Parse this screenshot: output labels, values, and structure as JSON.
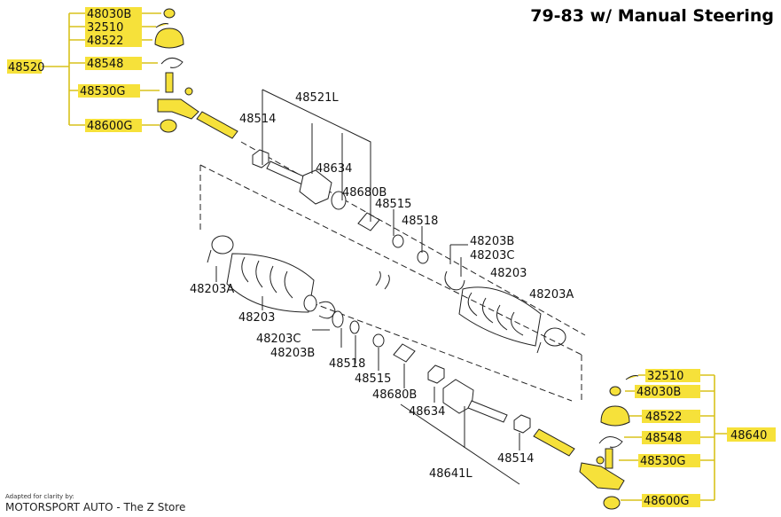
{
  "title": "79-83 w/ Manual Steering",
  "credit": {
    "line1": "Adapted for clarity by:",
    "line2": "MOTORSPORT AUTO - The Z Store"
  },
  "colors": {
    "highlight": "#f6e13a",
    "leader": "#d8c21c",
    "ink": "#222222"
  },
  "left_tie_rod_end": {
    "assembly": "48520",
    "parts": [
      "48030B",
      "32510",
      "48522",
      "48548",
      "48530G",
      "48600G"
    ]
  },
  "right_tie_rod_end": {
    "assembly": "48640",
    "parts": [
      "32510",
      "48030B",
      "48522",
      "48548",
      "48530G",
      "48600G"
    ]
  },
  "upper_labels": {
    "socket_assy": "48521L",
    "nut": "48514",
    "inner_socket": "48634",
    "washer": "48680B",
    "spacer": "48515",
    "spring": "48518",
    "clamp_b": "48203B",
    "clamp_c": "48203C",
    "boot": "48203",
    "band": "48203A"
  },
  "lower_labels": {
    "band": "48203A",
    "boot": "48203",
    "clamp_c": "48203C",
    "clamp_b": "48203B",
    "spring": "48518",
    "spacer": "48515",
    "washer": "48680B",
    "inner_socket": "48634",
    "socket_assy": "48641L",
    "nut": "48514"
  }
}
